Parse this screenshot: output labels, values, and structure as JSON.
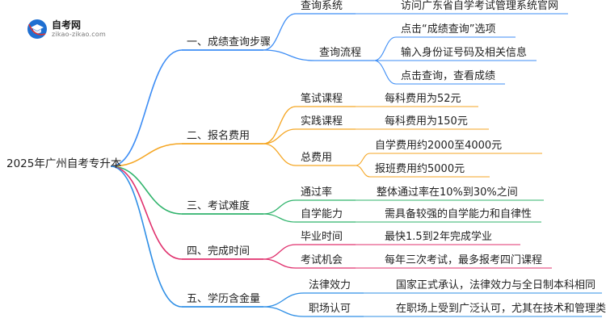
{
  "logo": {
    "name": "自考网",
    "url": "zikao-zikao.com"
  },
  "root": "2025年广州自考专升本",
  "branches": [
    {
      "label": "一、成绩查询步骤",
      "color": "#3d8df5",
      "children": [
        {
          "label": "查询系统",
          "items": [
            "访问广东省自学考试管理系统官网"
          ]
        },
        {
          "label": "查询流程",
          "items": [
            "点击“成绩查询”选项",
            "输入身份证号码及相关信息",
            "点击查询，查看成绩"
          ]
        }
      ]
    },
    {
      "label": "二、报名费用",
      "color": "#f5a623",
      "children": [
        {
          "label": "笔试课程",
          "items": [
            "每科费用为52元"
          ]
        },
        {
          "label": "实践课程",
          "items": [
            "每科费用为150元"
          ]
        },
        {
          "label": "总费用",
          "items": [
            "自学费用约2000至4000元",
            "报班费用约5000元"
          ]
        }
      ]
    },
    {
      "label": "三、考试难度",
      "color": "#2fb36b",
      "children": [
        {
          "label": "通过率",
          "items": [
            "整体通过率在10%到30%之间"
          ]
        },
        {
          "label": "自学能力",
          "items": [
            "需具备较强的自学能力和自律性"
          ]
        }
      ]
    },
    {
      "label": "四、完成时间",
      "color": "#e0306d",
      "children": [
        {
          "label": "毕业时间",
          "items": [
            "最快1.5到2年完成学业"
          ]
        },
        {
          "label": "考试机会",
          "items": [
            "每年三次考试，最多报考四门课程"
          ]
        }
      ]
    },
    {
      "label": "五、学历含金量",
      "color": "#2f8fe6",
      "children": [
        {
          "label": "法律效力",
          "items": [
            "国家正式承认，法律效力与全日制本科相同"
          ]
        },
        {
          "label": "职场认可",
          "items": [
            "在职场上受到广泛认可，尤其在技术和管理类岗位"
          ]
        }
      ]
    }
  ]
}
